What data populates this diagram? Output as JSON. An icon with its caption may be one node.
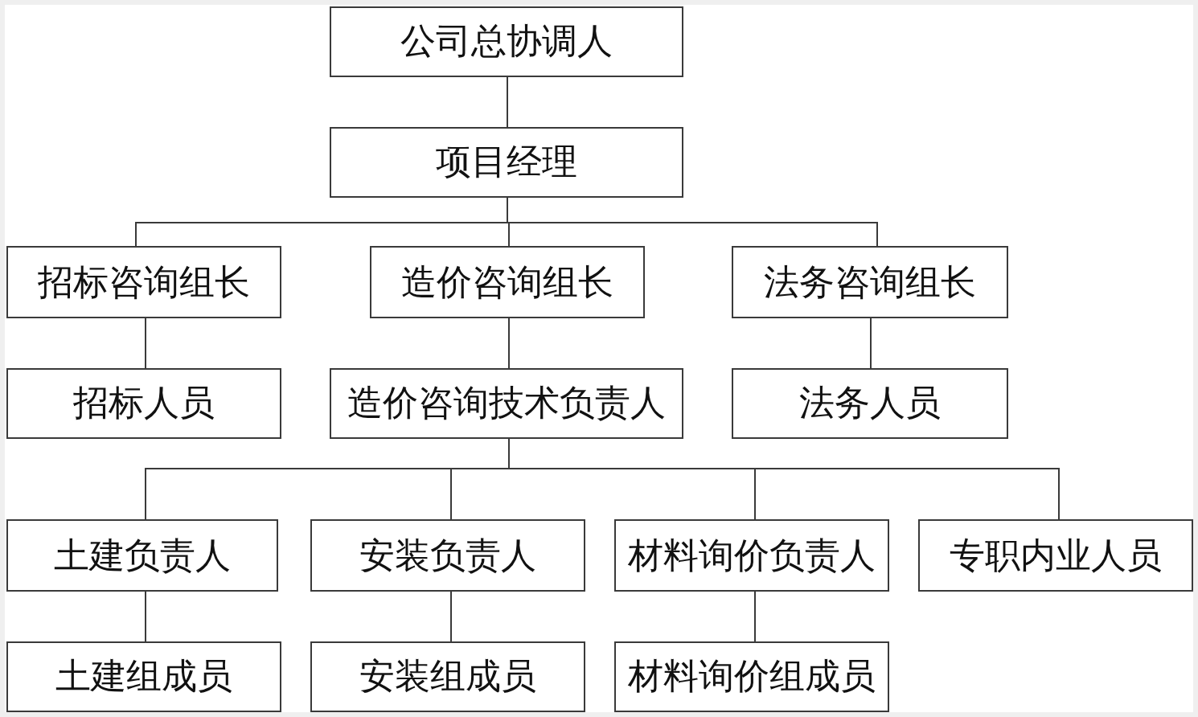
{
  "diagram": {
    "nodes": [
      {
        "text": [
          "公司总协调人"
        ]
      },
      {
        "text": [
          "项目经理"
        ]
      },
      {
        "text": [
          "招标咨询组长"
        ]
      },
      {
        "text": [
          "造价咨询组长"
        ]
      },
      {
        "text": [
          "法务咨询组长"
        ]
      },
      {
        "text": [
          "招标人员"
        ]
      },
      {
        "text": [
          "造价咨询技术负责人"
        ]
      },
      {
        "text": [
          "法务人员"
        ]
      },
      {
        "text": [
          "土建负责人"
        ]
      },
      {
        "text": [
          "安装负责人"
        ]
      },
      {
        "text": [
          "材料询价负责人"
        ]
      },
      {
        "text": [
          "专职内业人员"
        ]
      },
      {
        "text": [
          "土建组成员"
        ]
      },
      {
        "text": [
          "安装组成员"
        ]
      },
      {
        "text": [
          "材料询价组成员"
        ]
      }
    ],
    "edges": [
      {
        "from": 0,
        "to": 1,
        "arrow": "none"
      },
      {
        "from": 1,
        "to": 2,
        "arrow": "none"
      },
      {
        "from": 1,
        "to": 3,
        "arrow": "none"
      },
      {
        "from": 1,
        "to": 4,
        "arrow": "none"
      },
      {
        "from": 2,
        "to": 5,
        "arrow": "none"
      },
      {
        "from": 3,
        "to": 6,
        "arrow": "none"
      },
      {
        "from": 4,
        "to": 7,
        "arrow": "none"
      },
      {
        "from": 6,
        "to": 8,
        "arrow": "none"
      },
      {
        "from": 6,
        "to": 9,
        "arrow": "none"
      },
      {
        "from": 6,
        "to": 10,
        "arrow": "none"
      },
      {
        "from": 6,
        "to": 11,
        "arrow": "none"
      },
      {
        "from": 8,
        "to": 12,
        "arrow": "none"
      },
      {
        "from": 9,
        "to": 13,
        "arrow": "none"
      },
      {
        "from": 10,
        "to": 14,
        "arrow": "none"
      }
    ]
  }
}
